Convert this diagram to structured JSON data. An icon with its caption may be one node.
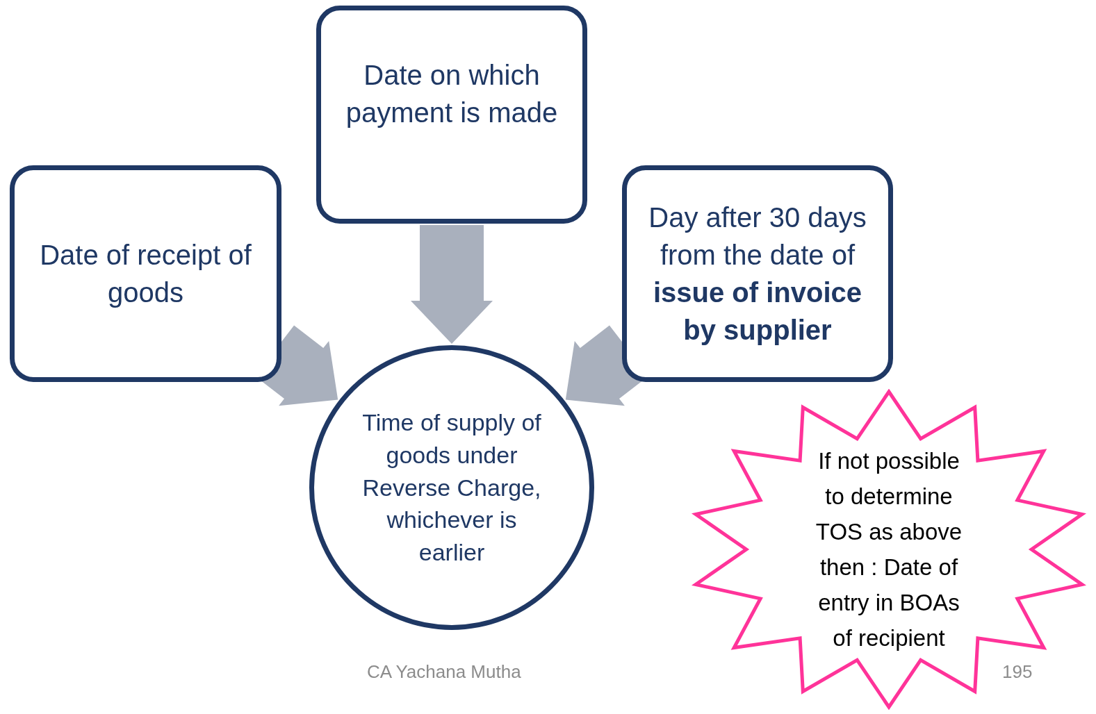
{
  "diagram": {
    "nodes": [
      {
        "text": [
          "Date on which payment is made"
        ]
      },
      {
        "text": [
          "Date of receipt of goods"
        ]
      },
      {
        "text": [
          "Day after 30 days from the date of **issue of invoice by supplier**"
        ]
      },
      {
        "text": [
          "Time of supply of goods under Reverse Charge, whichever is earlier"
        ]
      },
      {
        "text": [
          "If not possible to determine TOS as above then : Date of entry in BOAs of recipient"
        ]
      }
    ],
    "edges": [
      {
        "from": 1,
        "to": 3,
        "arrow": "to",
        "style": "thick",
        "color": "#a9b0bd"
      },
      {
        "from": 0,
        "to": 3,
        "arrow": "to",
        "style": "thick",
        "color": "#a9b0bd"
      },
      {
        "from": 2,
        "to": 3,
        "arrow": "to",
        "style": "thick",
        "color": "#a9b0bd"
      }
    ],
    "labels": [
      "CA Yachana Mutha",
      "195"
    ]
  }
}
